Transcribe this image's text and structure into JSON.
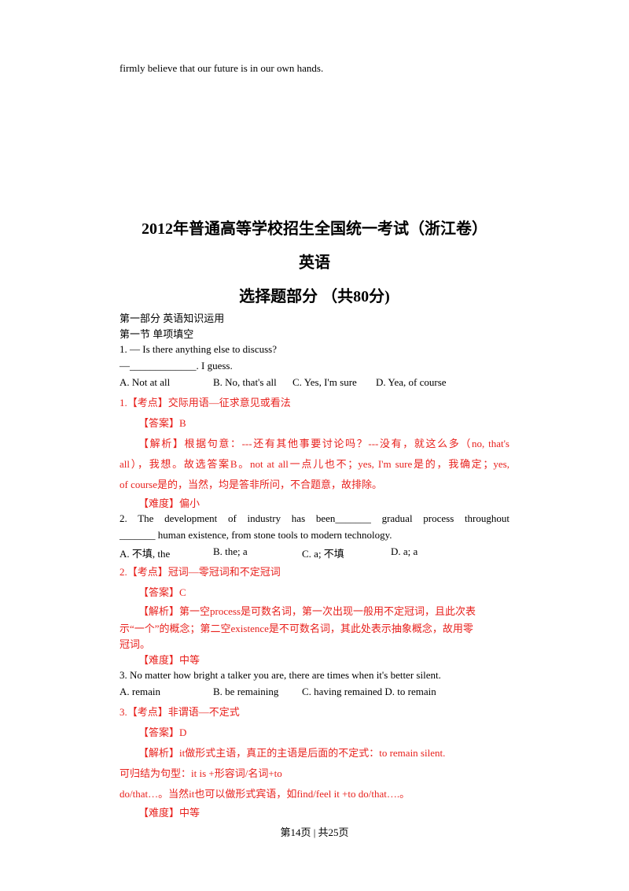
{
  "top_line": "firmly believe that our future is in our own hands.",
  "title": {
    "main": "2012年普通高等学校招生全国统一考试（浙江卷）",
    "subject": "英语",
    "section": "选择题部分 （共80分)"
  },
  "part1": "第一部分 英语知识运用",
  "part1_sec1": "第一节 单项填空",
  "q1": {
    "line1": "1.    — Is there anything else to discuss?",
    "line2": "—_____________. I guess.",
    "opt_a": "A. Not at all",
    "opt_b": "B. No, that's all",
    "opt_c": "C. Yes, I'm sure",
    "opt_d": "D. Yea, of course",
    "kaodian": "1.【考点】交际用语—征求意见或看法",
    "answer": "【答案】B",
    "jiexi_1": "【解析】根据句意：---还有其他事要讨论吗？---没有，就这么多（no, that's",
    "jiexi_2": "all），我想。故选答案B。not at all一点儿也不；yes, I'm sure是的，我确定；yes,",
    "jiexi_3": "of course是的，当然，均是答非所问，不合题意，故排除。",
    "difficulty": "【难度】偏小"
  },
  "q2": {
    "line1": "2.    The development of industry has been_______ gradual process throughout",
    "line2": "_______ human existence, from stone tools to modern technology.",
    "opt_a": "A. 不填, the",
    "opt_b": "B. the; a",
    "opt_c": "C. a; 不填",
    "opt_d": "D. a; a",
    "kaodian": "2.【考点】冠词—零冠词和不定冠词",
    "answer": "【答案】C",
    "jiexi_1": "【解析】第一空process是可数名词，第一次出现一般用不定冠词，且此次表",
    "jiexi_2": "示“一个”的概念；第二空existence是不可数名词，其此处表示抽象概念，故用零",
    "jiexi_3": "冠词。",
    "difficulty": "【难度】中等"
  },
  "q3": {
    "line1": "3.    No matter how bright a talker you are, there are times when it's better silent.",
    "opt_a": "A. remain",
    "opt_b": "B. be remaining",
    "opt_cd": "C. having remained D. to remain",
    "kaodian": "3.【考点】非谓语—不定式",
    "answer": "【答案】D",
    "jiexi_1": "【解析】it做形式主语，真正的主语是后面的不定式：to remain silent.",
    "jiexi_2": "可归结为句型：it is +形容词/名词+to",
    "jiexi_3": "do/that…。当然it也可以做形式宾语，如find/feel it +to do/that….。",
    "difficulty": "【难度】中等"
  },
  "footer": "第14页 | 共25页"
}
